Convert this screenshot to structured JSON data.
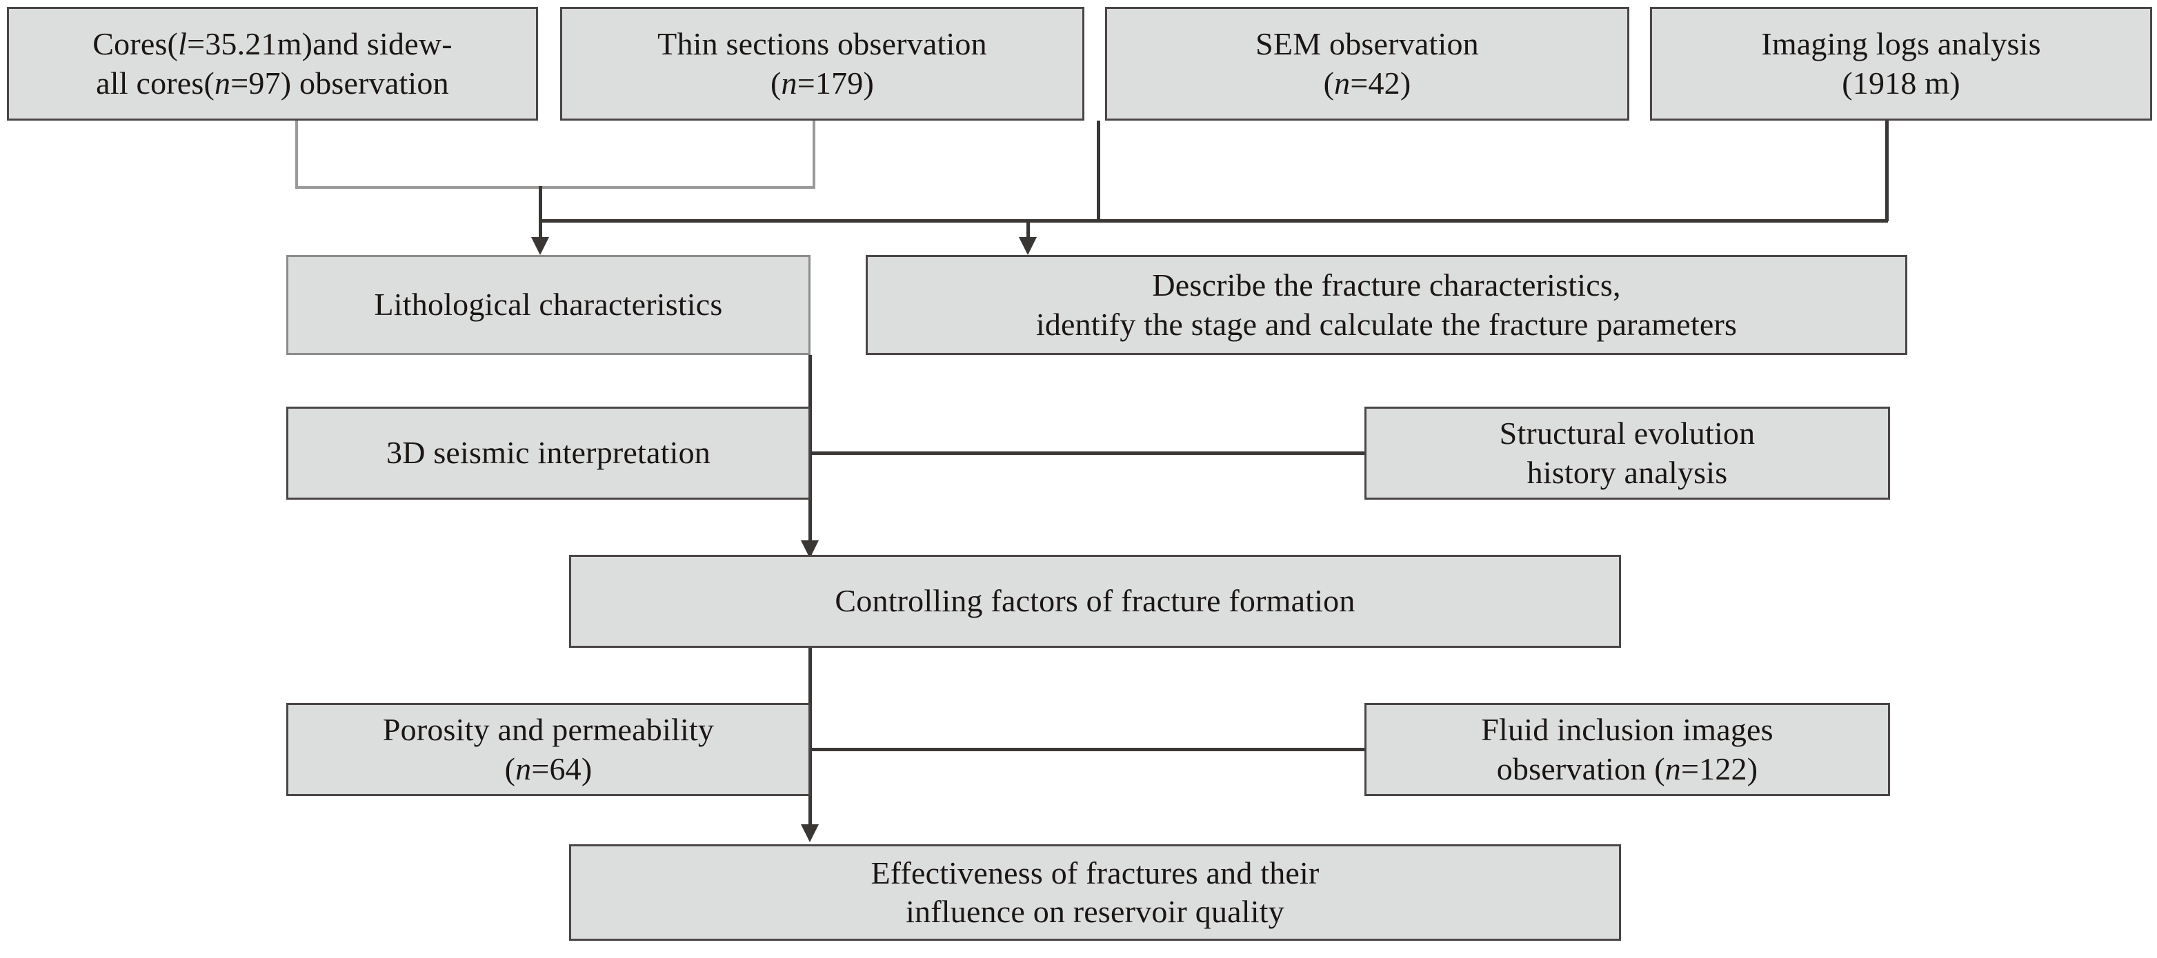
{
  "diagram": {
    "title": "Research workflow for fracture characterization and reservoir quality",
    "colors": {
      "box_fill": "#dcdddd",
      "box_border": "#4a4645",
      "box_border_light": "#8d8c8b",
      "connector": "#3a3634",
      "connector_light": "#9b9a99",
      "text": "#1a1614",
      "background": "#ffffff"
    },
    "nodes": {
      "cores": {
        "line1_pre": "Cores(",
        "line1_var": "l",
        "line1_post": "=35.21m)and sidew-",
        "line2_pre": "all cores(",
        "line2_var": "n",
        "line2_post": "=97) observation"
      },
      "thin_sections": {
        "line1": "Thin sections observation",
        "line2_pre": "(",
        "line2_var": "n",
        "line2_post": "=179)"
      },
      "sem": {
        "line1": "SEM observation",
        "line2_pre": "(",
        "line2_var": "n",
        "line2_post": "=42)"
      },
      "imaging_logs": {
        "line1": "Imaging logs analysis",
        "line2": "(1918 m)"
      },
      "lithological": {
        "line1": "Lithological characteristics"
      },
      "describe_fracture": {
        "line1": "Describe the fracture characteristics,",
        "line2": "identify the stage and calculate the fracture parameters"
      },
      "seismic": {
        "line1": "3D seismic interpretation"
      },
      "structural": {
        "line1": "Structural evolution",
        "line2": "history analysis"
      },
      "controlling": {
        "line1": "Controlling factors of fracture formation"
      },
      "porosity": {
        "line1": "Porosity and permeability",
        "line2_pre": "(",
        "line2_var": "n",
        "line2_post": "=64)"
      },
      "fluid_inclusion": {
        "line1": "Fluid inclusion images",
        "line2_pre": "observation (",
        "line2_var": "n",
        "line2_post": "=122)"
      },
      "effectiveness": {
        "line1": "Effectiveness of fractures and their",
        "line2": "influence on reservoir quality"
      }
    }
  }
}
